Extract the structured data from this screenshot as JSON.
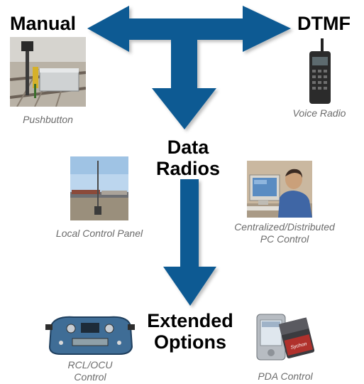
{
  "labels": {
    "manual": "Manual",
    "dtmf": "DTMF",
    "data_radios_line1": "Data",
    "data_radios_line2": "Radios",
    "extended_line1": "Extended",
    "extended_line2": "Options"
  },
  "captions": {
    "pushbutton": "Pushbutton",
    "voice_radio": "Voice Radio",
    "local_control_panel": "Local Control Panel",
    "centralized_line1": "Centralized/Distributed",
    "centralized_line2": "PC Control",
    "rcl_line1": "RCL/OCU",
    "rcl_line2": "Control",
    "pda_control": "PDA Control"
  },
  "colors": {
    "arrow": "#0f5a93",
    "arrow_dark": "#083d6a",
    "caption": "#6b6b6b"
  },
  "brand_marks": {
    "pda_brand": "Sychon"
  }
}
